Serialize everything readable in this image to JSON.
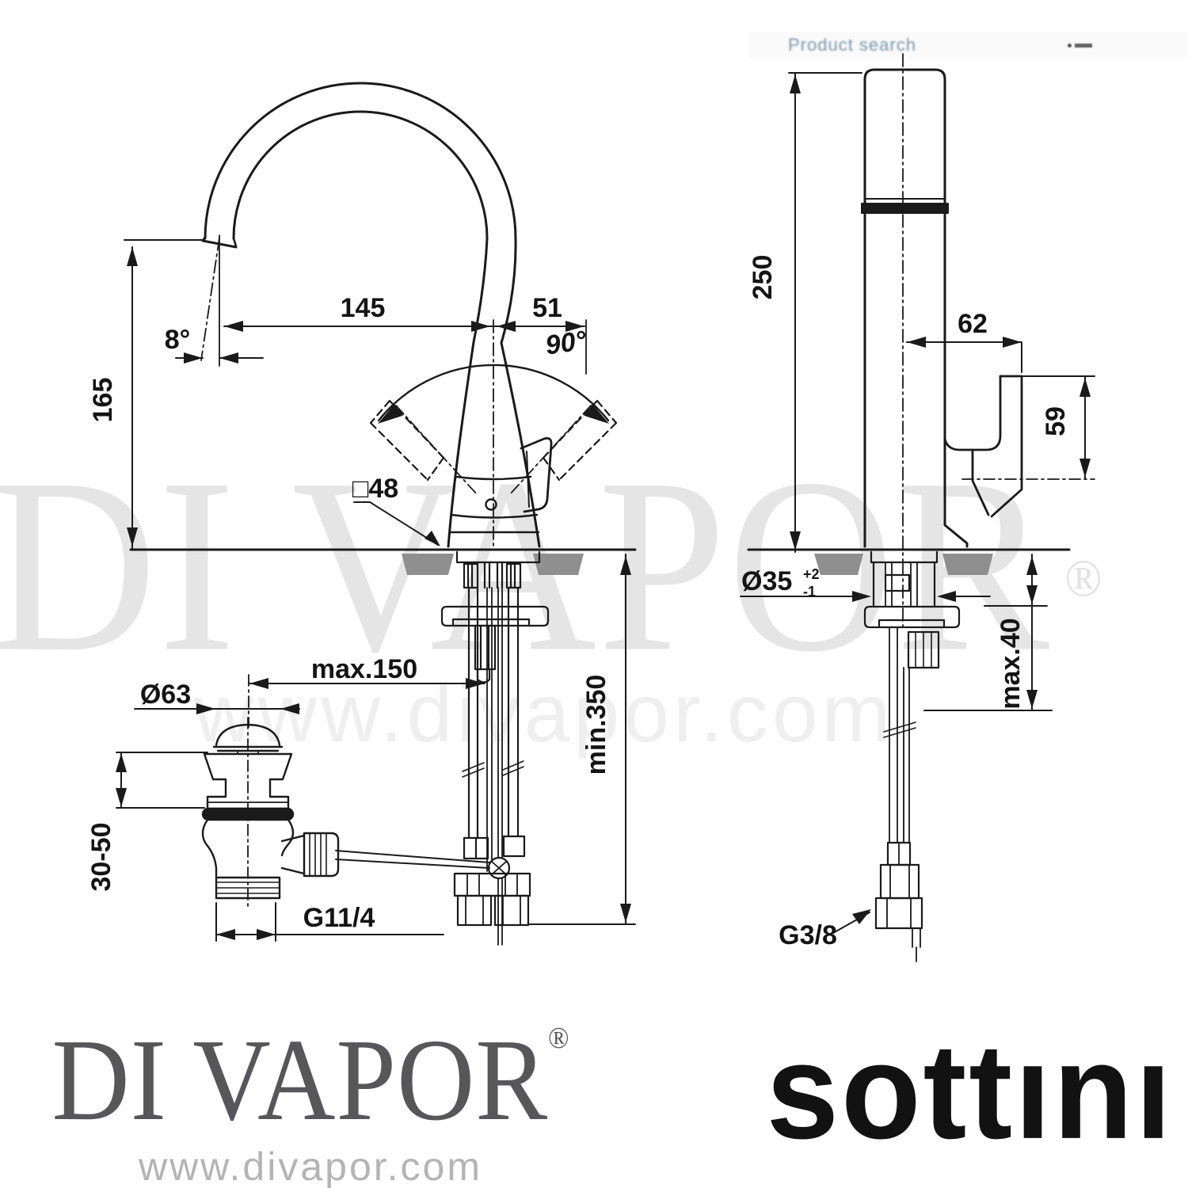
{
  "header": {
    "faded_text": "Product search"
  },
  "watermark": {
    "brand": "DI VAPOR",
    "registered": "®",
    "url": "www.divapor.com"
  },
  "left_view": {
    "reach": "145",
    "handle_offset": "51",
    "spout_angle": "8°",
    "height": "165",
    "swivel_angle": "90°",
    "body_square": "□48",
    "supply_reach_max": "max.150",
    "waste_flange_diameter": "Ø63",
    "deck_thickness_range": "30-50",
    "waste_thread": "G11/4",
    "supply_length_min": "min.350"
  },
  "right_view": {
    "height": "250",
    "spout_depth": "62",
    "spout_clearance": "59",
    "hole_diameter": "Ø35",
    "hole_tolerance_plus": "+2",
    "hole_tolerance_minus": "-1",
    "deck_thickness_max": "max.40",
    "supply_thread": "G3/8"
  },
  "footer": {
    "brand": "DI VAPOR",
    "registered": "®",
    "brand_url": "www.divapor.com",
    "logo": "sottını"
  },
  "colors": {
    "line": "#1a1a1a",
    "counter_fill": "#8f8f8f",
    "watermark_light": "#e5e5e5",
    "logo_gray": "#57575a",
    "logo_black": "#121212",
    "faded_blue": "#6d8ca3"
  }
}
